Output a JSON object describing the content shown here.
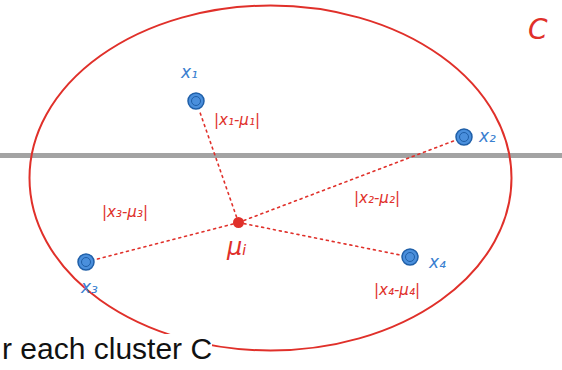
{
  "diagram": {
    "nodes": [
      {
        "text": [
          "C"
        ]
      },
      {
        "text": [
          "x₁"
        ],
        "in": 0
      },
      {
        "text": [
          "x₂"
        ],
        "in": 0
      },
      {
        "text": [
          "μᵢ"
        ],
        "in": 0
      },
      {
        "text": [
          "x₃"
        ],
        "in": 0
      },
      {
        "text": [
          "x₄"
        ],
        "in": 0
      }
    ],
    "edges": [
      {
        "from": 3,
        "to": 1,
        "arrow": "none",
        "label": "|x₁-μ₁|"
      },
      {
        "from": 3,
        "to": 2,
        "arrow": "none",
        "label": "|x₂-μ₂|"
      },
      {
        "from": 3,
        "to": 4,
        "arrow": "none",
        "label": "|x₃-μ₃|"
      },
      {
        "from": 3,
        "to": 5,
        "arrow": "none",
        "label": "|x₄-μ₄|"
      }
    ],
    "labels": [
      "r each cluster C"
    ]
  }
}
